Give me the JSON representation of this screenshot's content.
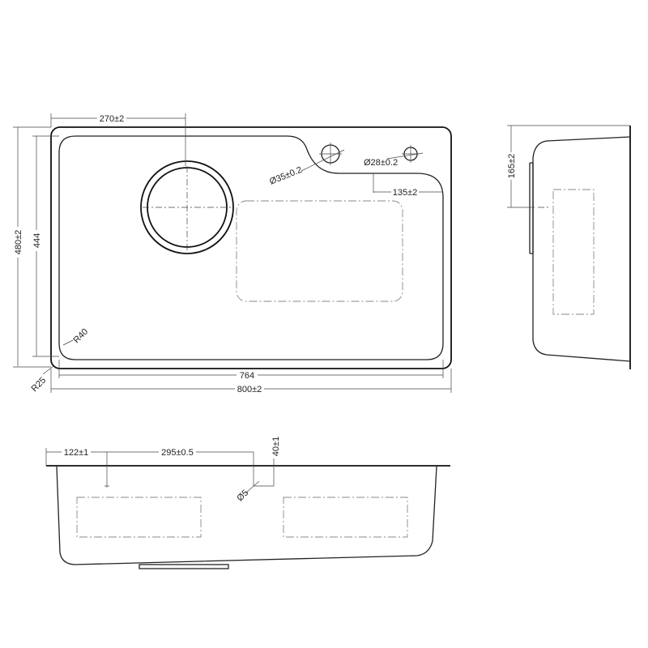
{
  "drawing": {
    "plan_view": {
      "dim_width_outer": "800±2",
      "dim_width_inner": "764",
      "dim_height_outer": "480±2",
      "dim_height_inner": "444",
      "dim_drain_offset": "270±2",
      "dim_corner_outer_radius": "R25",
      "dim_corner_inner_radius": "R40",
      "dim_tap_hole": "Ø35±0.2",
      "dim_accessory_hole": "Ø28±0.2",
      "dim_ledge_width": "135±2"
    },
    "side_view": {
      "dim_depth": "165±2"
    },
    "front_view": {
      "dim_left_offset": "122±1",
      "dim_hole_spacing": "295±0.5",
      "dim_overflow_height": "40±1",
      "dim_overflow_hole": "Ø5"
    }
  }
}
